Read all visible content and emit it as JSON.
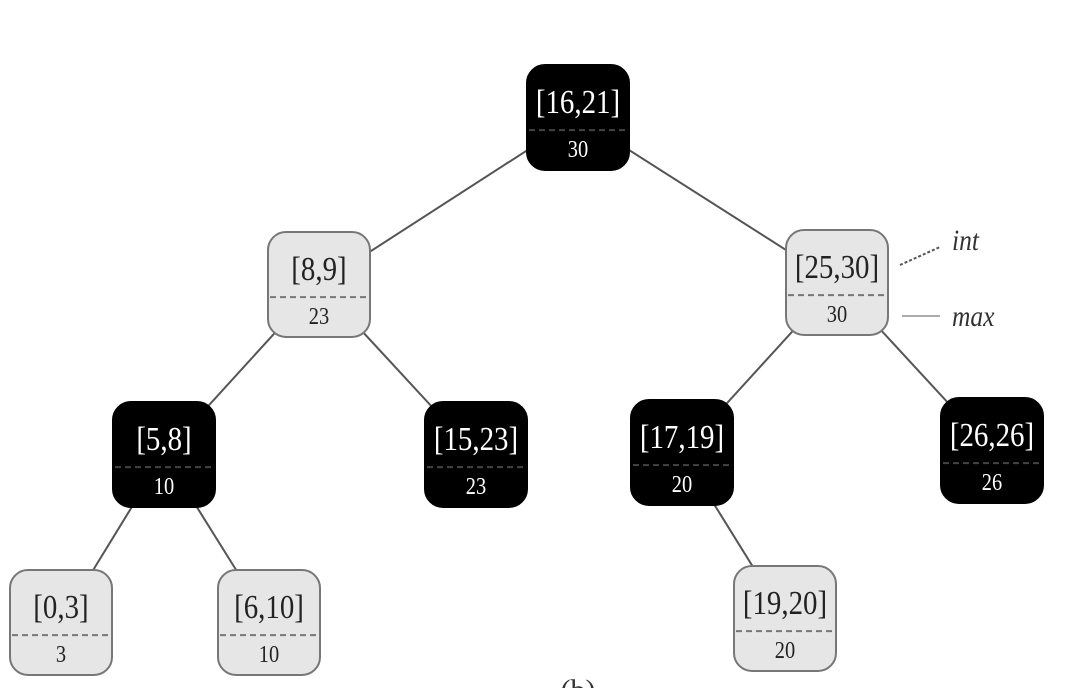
{
  "diagram": {
    "type": "interval-tree",
    "nodes": [
      {
        "id": "n16_21",
        "int": "[16,21]",
        "max": "30",
        "color": "black"
      },
      {
        "id": "n8_9",
        "int": "[8,9]",
        "max": "23",
        "color": "gray"
      },
      {
        "id": "n25_30",
        "int": "[25,30]",
        "max": "30",
        "color": "gray"
      },
      {
        "id": "n5_8",
        "int": "[5,8]",
        "max": "10",
        "color": "black"
      },
      {
        "id": "n15_23",
        "int": "[15,23]",
        "max": "23",
        "color": "black"
      },
      {
        "id": "n17_19",
        "int": "[17,19]",
        "max": "20",
        "color": "black"
      },
      {
        "id": "n26_26",
        "int": "[26,26]",
        "max": "26",
        "color": "black"
      },
      {
        "id": "n0_3",
        "int": "[0,3]",
        "max": "3",
        "color": "gray"
      },
      {
        "id": "n6_10",
        "int": "[6,10]",
        "max": "10",
        "color": "gray"
      },
      {
        "id": "n19_20",
        "int": "[19,20]",
        "max": "20",
        "color": "gray"
      }
    ],
    "edges": [
      [
        "n16_21",
        "n8_9"
      ],
      [
        "n16_21",
        "n25_30"
      ],
      [
        "n8_9",
        "n5_8"
      ],
      [
        "n8_9",
        "n15_23"
      ],
      [
        "n25_30",
        "n17_19"
      ],
      [
        "n25_30",
        "n26_26"
      ],
      [
        "n5_8",
        "n0_3"
      ],
      [
        "n5_8",
        "n6_10"
      ],
      [
        "n17_19",
        "n19_20"
      ]
    ],
    "legend": {
      "int_label": "int",
      "max_label": "max"
    },
    "caption": "(b)",
    "colors": {
      "black": "#000000",
      "gray": "#e6e6e6",
      "edge": "#555555"
    }
  }
}
